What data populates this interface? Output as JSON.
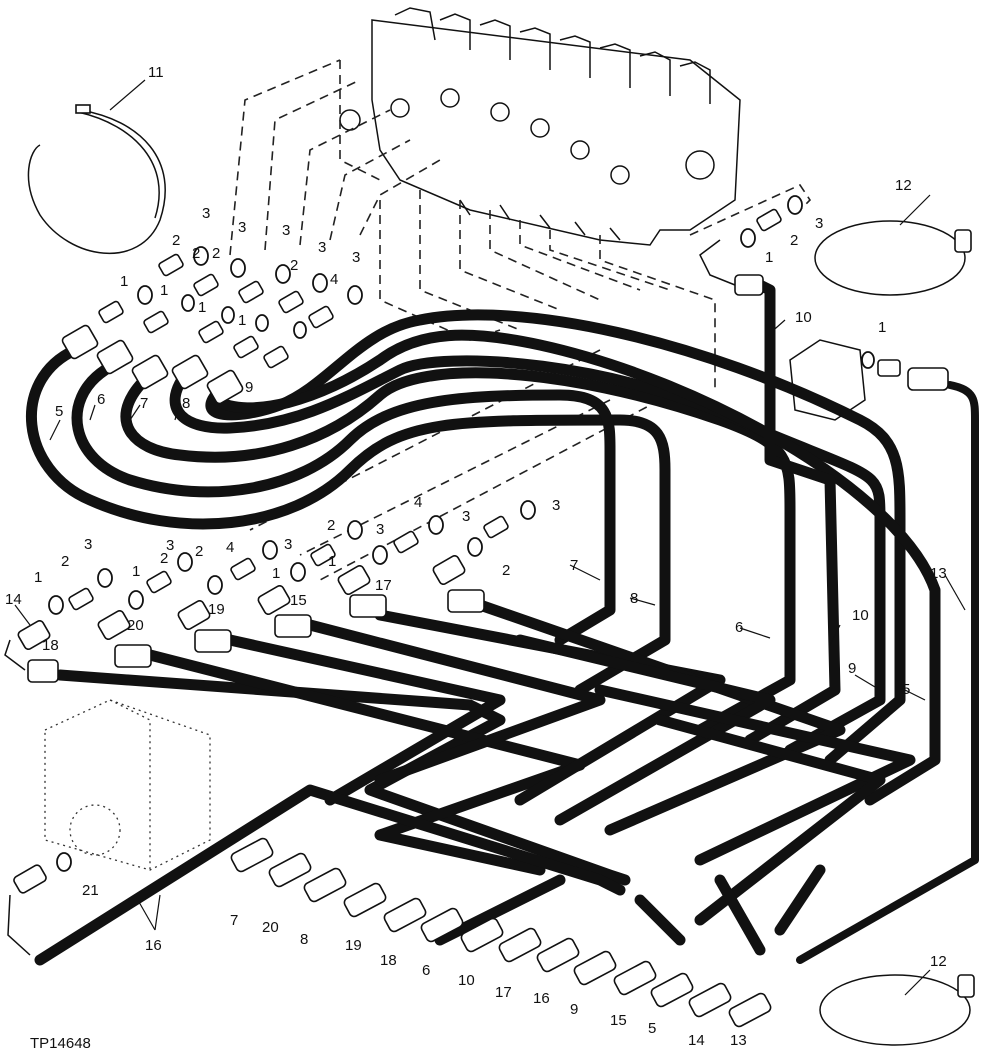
{
  "figure_id": "TP14648",
  "callouts": [
    {
      "text": "11"
    },
    {
      "text": "12"
    },
    {
      "text": "12"
    },
    {
      "text": "1"
    },
    {
      "text": "2"
    },
    {
      "text": "3"
    },
    {
      "text": "3"
    },
    {
      "text": "3"
    },
    {
      "text": "3"
    },
    {
      "text": "3"
    },
    {
      "text": "2"
    },
    {
      "text": "2"
    },
    {
      "text": "2"
    },
    {
      "text": "4"
    },
    {
      "text": "1"
    },
    {
      "text": "1"
    },
    {
      "text": "1"
    },
    {
      "text": "3"
    },
    {
      "text": "2"
    },
    {
      "text": "1"
    },
    {
      "text": "1"
    },
    {
      "text": "10"
    },
    {
      "text": "5"
    },
    {
      "text": "6"
    },
    {
      "text": "7"
    },
    {
      "text": "8"
    },
    {
      "text": "9"
    },
    {
      "text": "3"
    },
    {
      "text": "2"
    },
    {
      "text": "1"
    },
    {
      "text": "14"
    },
    {
      "text": "3"
    },
    {
      "text": "2"
    },
    {
      "text": "1"
    },
    {
      "text": "4"
    },
    {
      "text": "3"
    },
    {
      "text": "2"
    },
    {
      "text": "1"
    },
    {
      "text": "3"
    },
    {
      "text": "4"
    },
    {
      "text": "3"
    },
    {
      "text": "3"
    },
    {
      "text": "2"
    },
    {
      "text": "1"
    },
    {
      "text": "2"
    },
    {
      "text": "18"
    },
    {
      "text": "20"
    },
    {
      "text": "19"
    },
    {
      "text": "15"
    },
    {
      "text": "17"
    },
    {
      "text": "7"
    },
    {
      "text": "8"
    },
    {
      "text": "6"
    },
    {
      "text": "10"
    },
    {
      "text": "9"
    },
    {
      "text": "5"
    },
    {
      "text": "13"
    },
    {
      "text": "21"
    },
    {
      "text": "16"
    },
    {
      "text": "7"
    },
    {
      "text": "20"
    },
    {
      "text": "8"
    },
    {
      "text": "19"
    },
    {
      "text": "18"
    },
    {
      "text": "6"
    },
    {
      "text": "10"
    },
    {
      "text": "17"
    },
    {
      "text": "16"
    },
    {
      "text": "9"
    },
    {
      "text": "15"
    },
    {
      "text": "5"
    },
    {
      "text": "14"
    },
    {
      "text": "13"
    }
  ]
}
